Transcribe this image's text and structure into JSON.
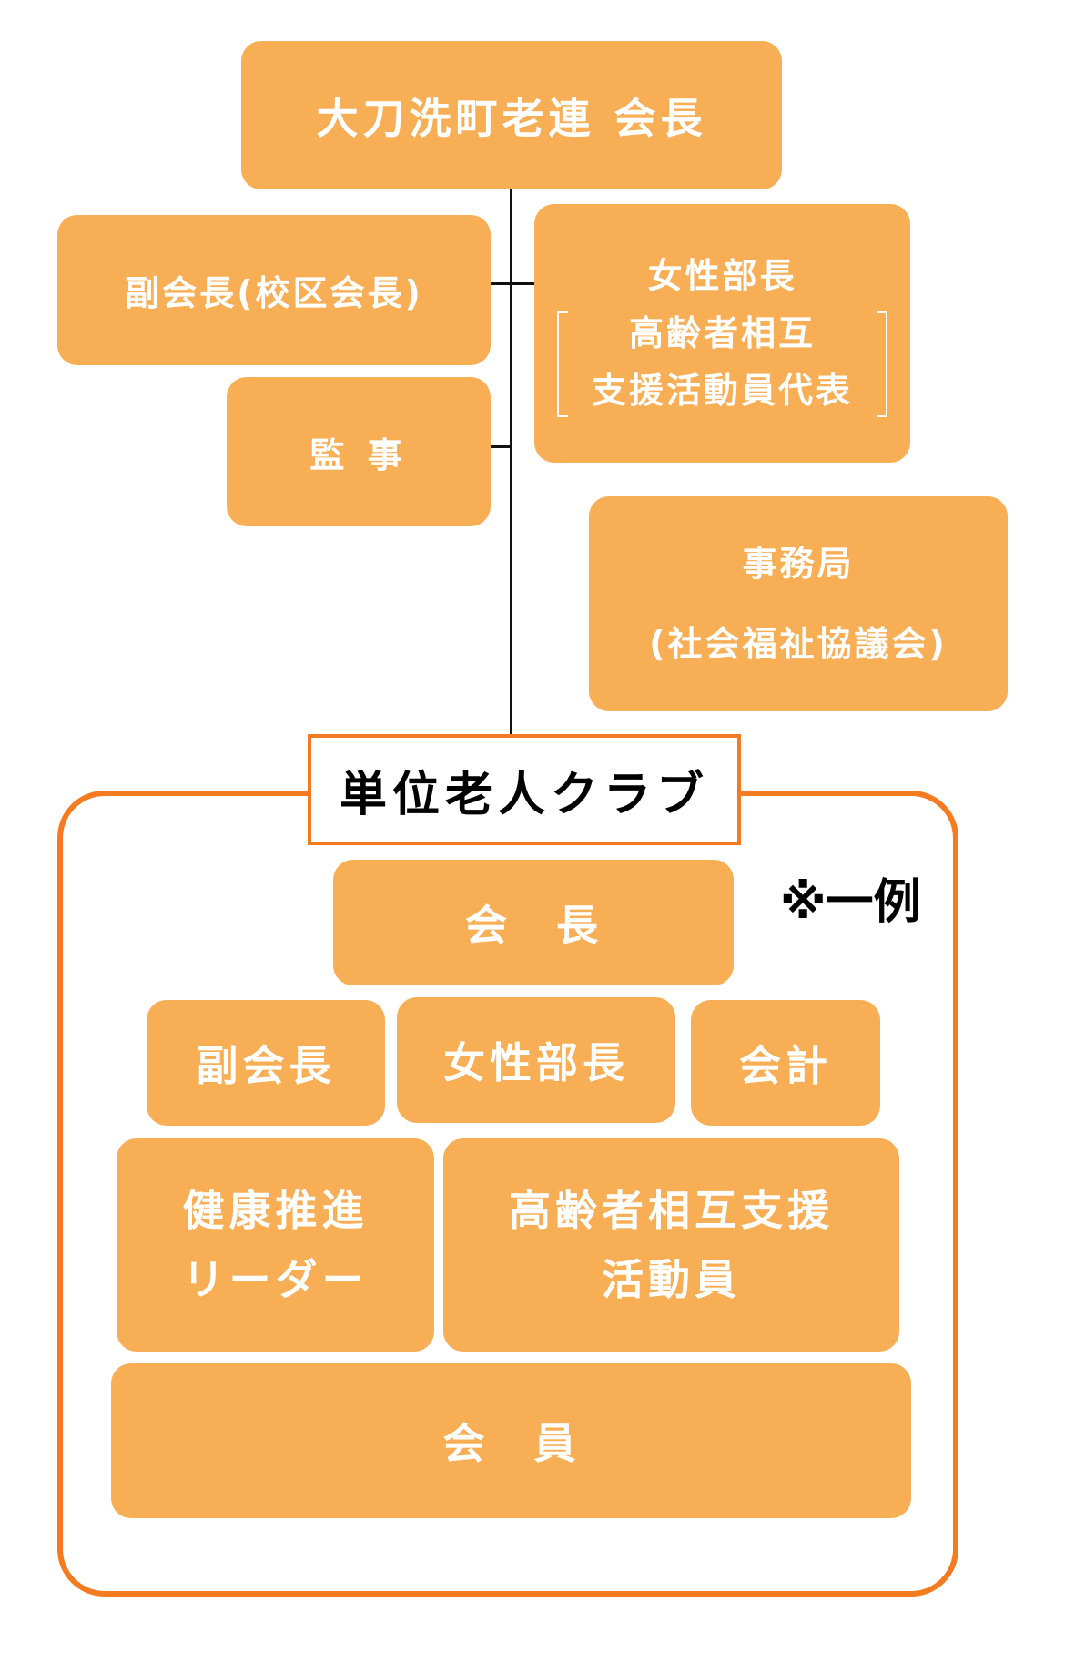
{
  "top": {
    "president": "大刀洗町老連 会長"
  },
  "officers": {
    "vice_president": "副会長(校区会長)",
    "auditor": "監 事",
    "women_head": {
      "line1": "女性部長",
      "line2": "高齢者相互",
      "line3": "支援活動員代表"
    },
    "secretariat": {
      "line1": "事務局",
      "line2": "(社会福祉協議会)"
    }
  },
  "club": {
    "title": "単位老人クラブ",
    "example_note": "※一例",
    "president": "会　長",
    "vice_president": "副会長",
    "women_head": "女性部長",
    "accountant": "会計",
    "health_leader": {
      "line1": "健康推進",
      "line2": "リーダー"
    },
    "support_staff": {
      "line1": "高齢者相互支援",
      "line2": "活動員"
    },
    "members": "会　員"
  },
  "colors": {
    "box_fill": "#F7AE55",
    "box_text": "#FFFFFF",
    "club_border": "#F47B20",
    "connector": "#111111"
  }
}
